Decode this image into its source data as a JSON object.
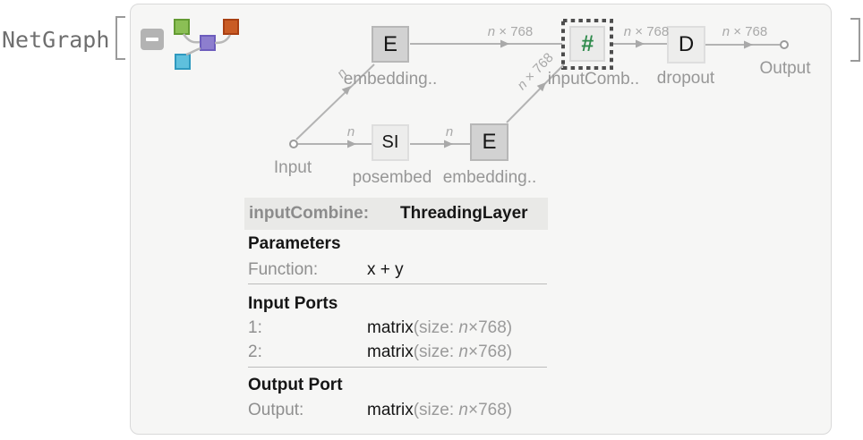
{
  "window": {
    "function_name": "NetGraph",
    "open_bracket": "[",
    "close_bracket": "]"
  },
  "diagram": {
    "nodes": {
      "embedding_top": {
        "glyph": "E",
        "label": "embedding.."
      },
      "posembed": {
        "glyph": "SI",
        "label": "posembed"
      },
      "embedding_bottom": {
        "glyph": "E",
        "label": "embedding.."
      },
      "input_combine": {
        "glyph": "#",
        "label": "inputComb..",
        "selected": true
      },
      "dropout": {
        "glyph": "D",
        "label": "dropout"
      }
    },
    "terminals": {
      "input_label": "Input",
      "output_label": "Output"
    },
    "edge_labels": {
      "vector": {
        "var": "n",
        "times": " × 768"
      },
      "scalar": {
        "var": "n"
      }
    }
  },
  "inspector": {
    "selected_key": "inputCombine:",
    "selected_value": "ThreadingLayer",
    "parameters_heading": "Parameters",
    "function_key": "Function:",
    "function_value": "x + y",
    "input_ports_heading": "Input Ports",
    "port1_key": "1:",
    "port2_key": "2:",
    "output_port_heading": "Output Port",
    "output_key": "Output:",
    "type_value": "matrix",
    "size_prefix": "(size: ",
    "size_var": "n",
    "size_suffix": "×768)"
  },
  "colors": {
    "panel_bg": "#f6f6f5",
    "selection_dash": "#4d4d4d",
    "hash_green": "#2f8b4c",
    "node_dark": "#d2d2d2",
    "node_light": "#ededec",
    "edge_gray": "#b3b3b3",
    "highlight_row": "#e9e9e7",
    "icon_green": "#8bbf55",
    "icon_orange": "#c95b24",
    "icon_purple": "#8d7ece",
    "icon_cyan": "#5fc0dd"
  }
}
